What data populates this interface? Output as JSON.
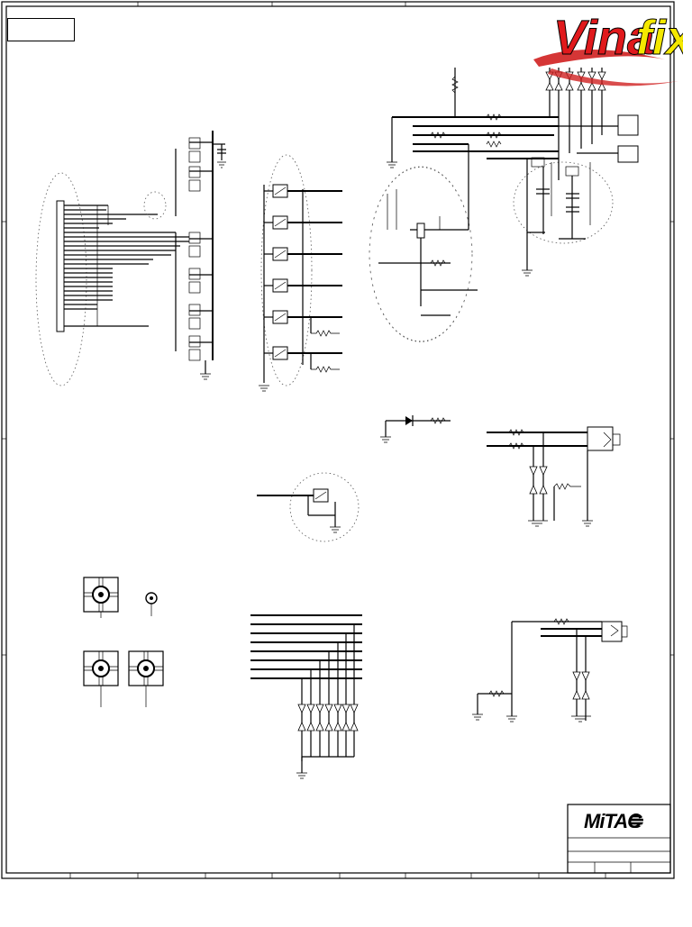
{
  "watermark": {
    "part1": "Vina",
    "part2": "fix",
    "color1": "#e0191c",
    "color2": "#f4e800"
  },
  "title_block": {
    "manufacturer": "MiTAC"
  }
}
